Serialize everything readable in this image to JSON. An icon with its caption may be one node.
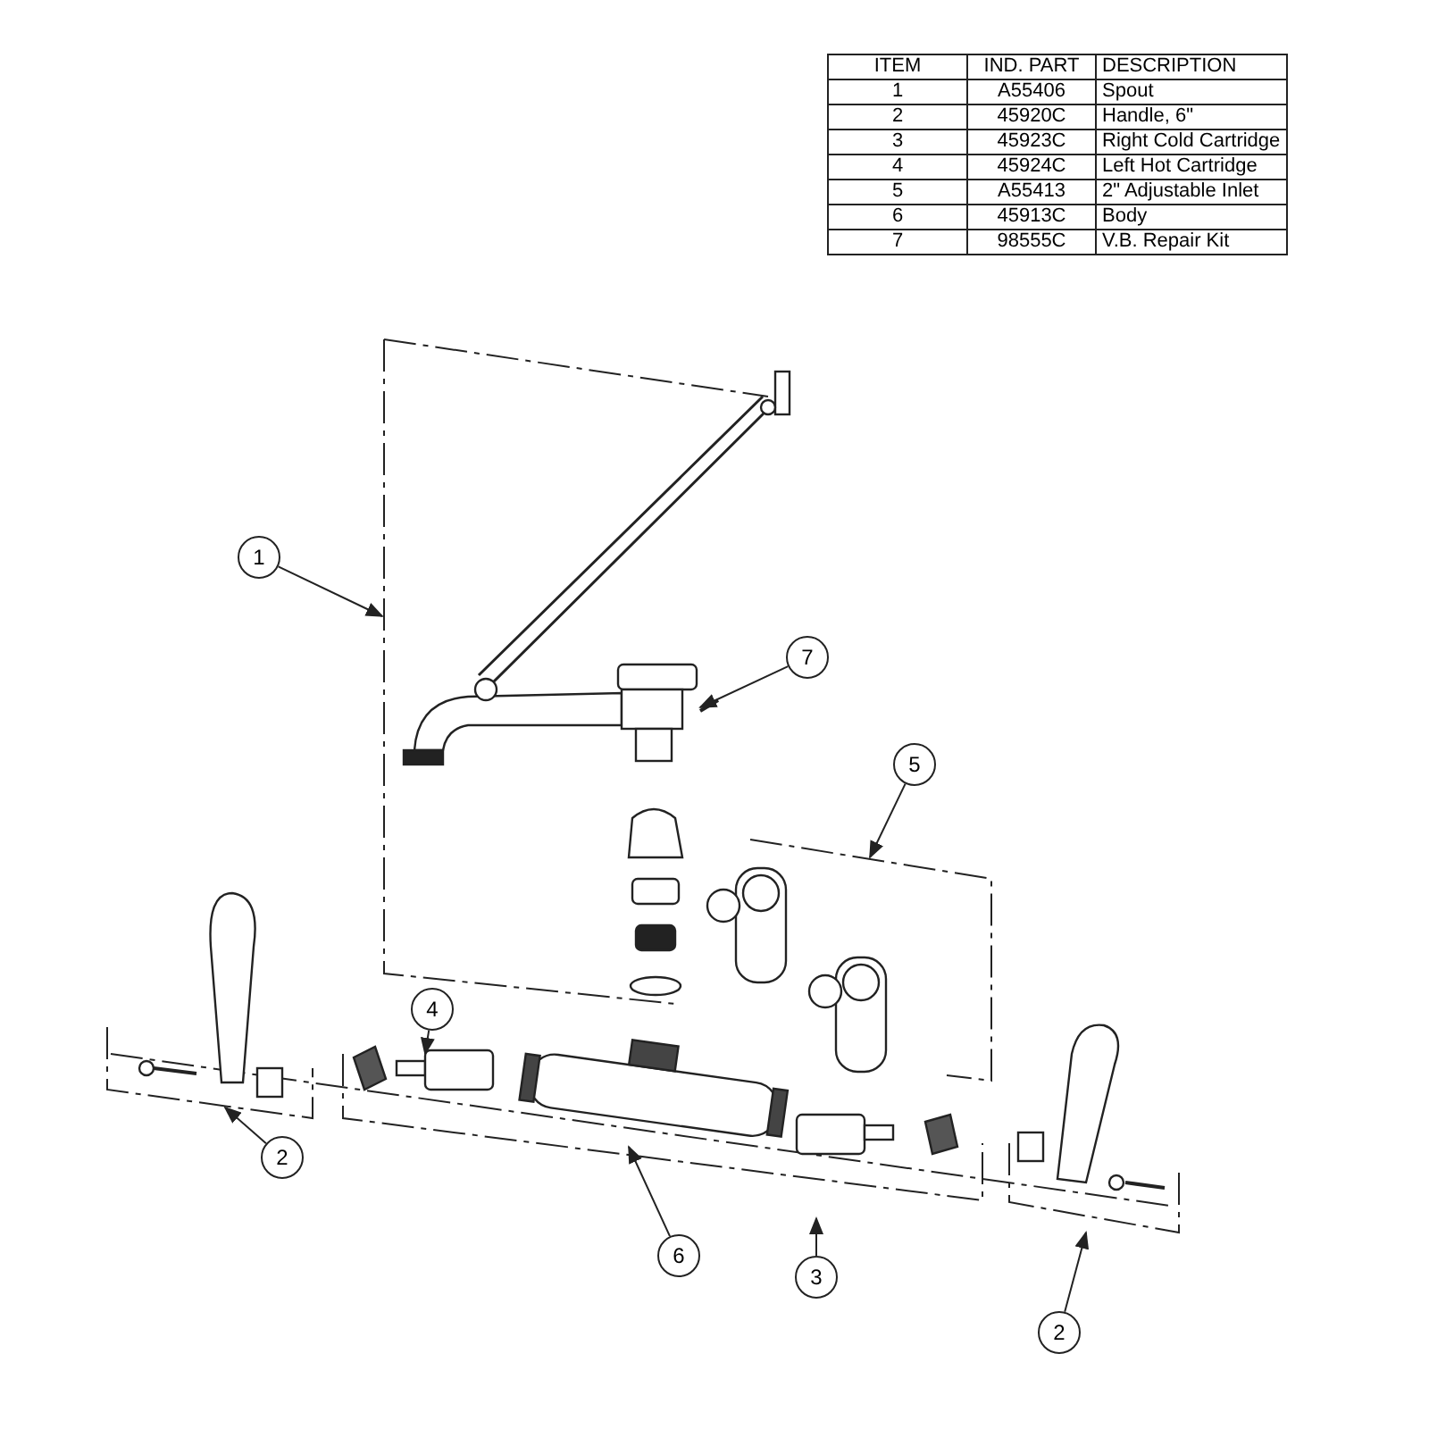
{
  "diagram": {
    "nodes": [
      {
        "text": [
          "1"
        ]
      },
      {
        "text": [
          "7"
        ]
      },
      {
        "text": [
          "5"
        ]
      },
      {
        "text": [
          "4"
        ]
      },
      {
        "text": [
          "2"
        ]
      },
      {
        "text": [
          "6"
        ]
      },
      {
        "text": [
          "3"
        ]
      },
      {
        "text": [
          "2"
        ]
      }
    ],
    "edges": [
      {
        "from": 0,
        "to": null,
        "arrow": "to"
      },
      {
        "from": 1,
        "to": null,
        "arrow": "to"
      },
      {
        "from": 2,
        "to": null,
        "arrow": "to"
      },
      {
        "from": 3,
        "to": null,
        "arrow": "to"
      },
      {
        "from": 4,
        "to": null,
        "arrow": "to"
      },
      {
        "from": 5,
        "to": null,
        "arrow": "to"
      },
      {
        "from": 6,
        "to": null,
        "arrow": "to"
      },
      {
        "from": 7,
        "to": null,
        "arrow": "to"
      }
    ],
    "labels": [
      "ITEM",
      "IND. PART",
      "DESCRIPTION",
      "1",
      "A55406",
      "Spout",
      "2",
      "45920C",
      "Handle, 6\"",
      "3",
      "45923C",
      "Right Cold Cartridge",
      "4",
      "45924C",
      "Left Hot Cartridge",
      "5",
      "A55413",
      "2\" Adjustable Inlet",
      "6",
      "45913C",
      "Body",
      "7",
      "98555C",
      "V.B. Repair Kit"
    ]
  }
}
